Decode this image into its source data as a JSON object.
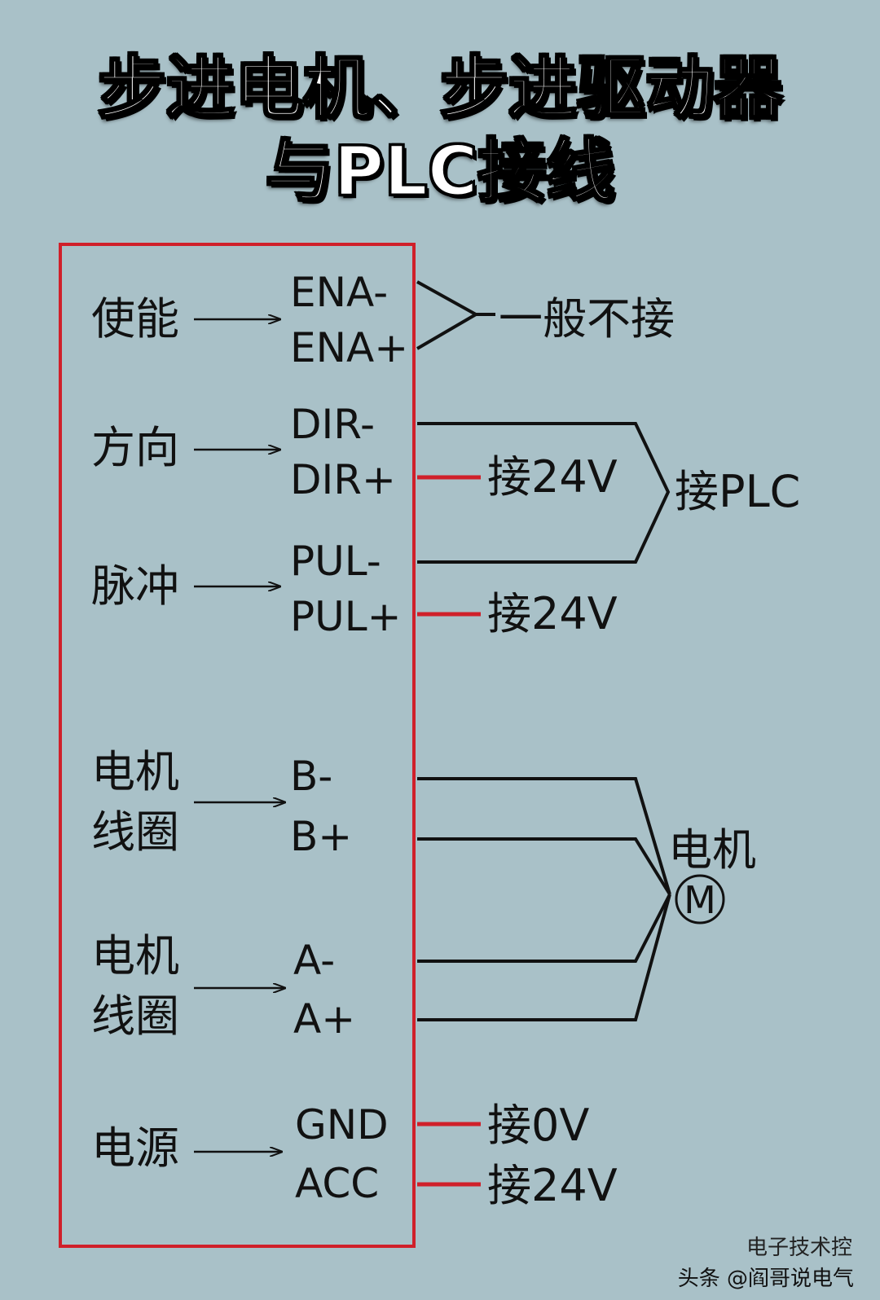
{
  "title": {
    "line1": "步进电机、步进驱动器",
    "line2": "与PLC接线"
  },
  "colors": {
    "background": "#a9c1c8",
    "box_border": "#d0202a",
    "red_wire": "#d0202a",
    "wire": "#111111"
  },
  "groups": [
    {
      "label": "使能"
    },
    {
      "label": "方向"
    },
    {
      "label": "脉冲"
    },
    {
      "label_line1": "电机",
      "label_line2": "线圈"
    },
    {
      "label_line1": "电机",
      "label_line2": "线圈"
    },
    {
      "label": "电源"
    }
  ],
  "terminals": [
    "ENA-",
    "ENA+",
    "DIR-",
    "DIR+",
    "PUL-",
    "PUL+",
    "B-",
    "B+",
    "A-",
    "A+",
    "GND",
    "ACC"
  ],
  "connections": {
    "ena": "一般不接",
    "dir_plus": "接24V",
    "plc": "接PLC",
    "pul_plus": "接24V",
    "motor": "电机",
    "motor_symbol": "M",
    "gnd": "接0V",
    "acc": "接24V"
  },
  "footer": {
    "source": "头条 @阎哥说电气",
    "watermark": "电子技术控"
  }
}
